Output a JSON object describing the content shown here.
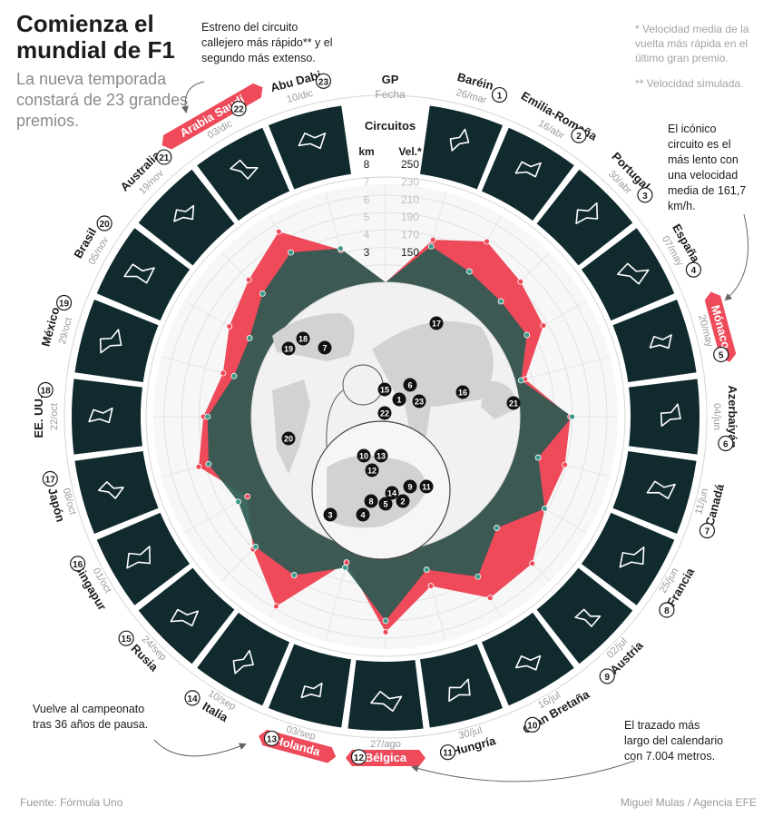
{
  "header": {
    "title": "Comienza el mundial de F1",
    "subtitle": "La nueva temporada constará de 23 grandes premios."
  },
  "notes": {
    "speed_note": "* Velocidad media de la vuelta más rápida en el último gran premio.",
    "simulated_note": "** Velocidad simulada."
  },
  "annotations": {
    "saudi": "Estreno del circuito callejero más rápido** y el segundo más extenso.",
    "monaco": "El icónico circuito es el más lento con una velocidad media de 161,7 km/h.",
    "netherlands": "Vuelve al campeonato tras 36 años de pausa.",
    "belgium": "El trazado más largo del calendario con 7.004 metros."
  },
  "legend": {
    "gp": "GP",
    "date": "Fecha",
    "circuits": "Circuitos",
    "km_unit": "km",
    "speed_unit": "Vel.*",
    "km_ticks": [
      "8",
      "7",
      "6",
      "5",
      "4",
      "3"
    ],
    "speed_ticks": [
      "250",
      "230",
      "210",
      "190",
      "170",
      "150"
    ]
  },
  "footer": {
    "source": "Fuente: Fórmula Uno",
    "credit": "Miguel Mulas / Agencia EFE"
  },
  "colors": {
    "dark": "#102a2e",
    "speed": "#ee4a5a",
    "length": "#2e5a52",
    "length_over": "#3d9b8c",
    "highlight": "#ee4a5a"
  },
  "chart_data": {
    "type": "radar",
    "series": [
      {
        "name": "km",
        "axis_range": [
          3,
          8
        ]
      },
      {
        "name": "Vel.*",
        "axis_range": [
          150,
          250
        ]
      }
    ],
    "races": [
      {
        "n": "1",
        "name": "Baréin",
        "date": "26/mar",
        "km": 5.41,
        "speed": 206,
        "highlight": false
      },
      {
        "n": "2",
        "name": "Emilia-Romaña",
        "date": "16/abr",
        "km": 4.91,
        "speed": 228,
        "highlight": false
      },
      {
        "n": "3",
        "name": "Portugal",
        "date": "30/abr",
        "km": 4.65,
        "speed": 215,
        "highlight": false
      },
      {
        "n": "4",
        "name": "España",
        "date": "07/may",
        "km": 4.66,
        "speed": 205,
        "highlight": false
      },
      {
        "n": "5",
        "name": "Mónaco",
        "date": "20/may",
        "km": 3.34,
        "speed": 161.7,
        "highlight": true
      },
      {
        "n": "6",
        "name": "Azerbaiyán",
        "date": "04/jun",
        "km": 6.0,
        "speed": 208,
        "highlight": false
      },
      {
        "n": "7",
        "name": "Canadá",
        "date": "11/jun",
        "km": 4.36,
        "speed": 209,
        "highlight": false
      },
      {
        "n": "8",
        "name": "Francia",
        "date": "25/jun",
        "km": 5.84,
        "speed": 207,
        "highlight": false
      },
      {
        "n": "9",
        "name": "Austria",
        "date": "02/jul",
        "km": 4.32,
        "speed": 234,
        "highlight": false
      },
      {
        "n": "10",
        "name": "Gran Bretaña",
        "date": "16/jul",
        "km": 5.89,
        "speed": 236,
        "highlight": false
      },
      {
        "n": "11",
        "name": "Hungría",
        "date": "30/jul",
        "km": 4.38,
        "speed": 197,
        "highlight": false
      },
      {
        "n": "12",
        "name": "Bélgica",
        "date": "27/ago",
        "km": 7.004,
        "speed": 243,
        "highlight": true
      },
      {
        "n": "13",
        "name": "Holanda",
        "date": "03/sep",
        "km": 4.26,
        "speed": 169,
        "highlight": true
      },
      {
        "n": "14",
        "name": "Italia",
        "date": "10/sep",
        "km": 5.79,
        "speed": 247,
        "highlight": false
      },
      {
        "n": "15",
        "name": "Rusia",
        "date": "24/sep",
        "km": 5.85,
        "speed": 211,
        "highlight": false
      },
      {
        "n": "16",
        "name": "Singapur",
        "date": "01/oct",
        "km": 5.06,
        "speed": 179,
        "highlight": false
      },
      {
        "n": "17",
        "name": "Japón",
        "date": "08/oct",
        "km": 5.81,
        "speed": 218,
        "highlight": false
      },
      {
        "n": "18",
        "name": "EE. UU.",
        "date": "22/oct",
        "km": 5.51,
        "speed": 205,
        "highlight": false
      },
      {
        "n": "19",
        "name": "México",
        "date": "29/oct",
        "km": 4.3,
        "speed": 189,
        "highlight": false
      },
      {
        "n": "20",
        "name": "Brasil",
        "date": "05/nov",
        "km": 4.31,
        "speed": 203,
        "highlight": false
      },
      {
        "n": "21",
        "name": "Australia",
        "date": "19/nov",
        "km": 5.28,
        "speed": 218,
        "highlight": false
      },
      {
        "n": "22",
        "name": "Arabia Saudí",
        "date": "03/dic",
        "km": 6.17,
        "speed": 241,
        "highlight": true
      },
      {
        "n": "23",
        "name": "Abu Dabi",
        "date": "10/dic",
        "km": 5.28,
        "speed": 194,
        "highlight": false
      }
    ]
  }
}
